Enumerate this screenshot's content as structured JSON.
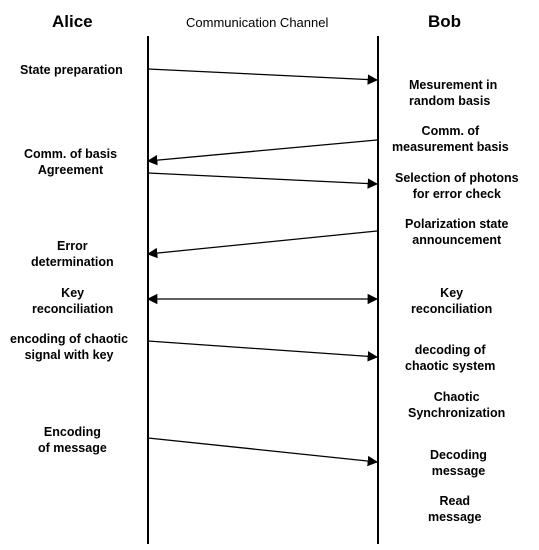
{
  "headers": {
    "alice": "Alice",
    "channel": "Communication Channel",
    "bob": "Bob"
  },
  "alice_labels": [
    "State preparation",
    "Comm. of basis\nAgreement",
    "Error\ndetermination",
    "Key\nreconciliation",
    "encoding of chaotic\nsignal with key",
    "Encoding\nof message"
  ],
  "bob_labels": [
    "Mesurement in\nrandom basis",
    "Comm. of\nmeasurement basis",
    "Selection of photons\nfor error check",
    "Polarization state\nannouncement",
    "Key\nreconciliation",
    "decoding of\nchaotic system",
    "Chaotic\nSynchronization",
    "Decoding\nmessage",
    "Read\nmessage"
  ],
  "colors": {
    "line": "#000000",
    "background": "#ffffff"
  }
}
